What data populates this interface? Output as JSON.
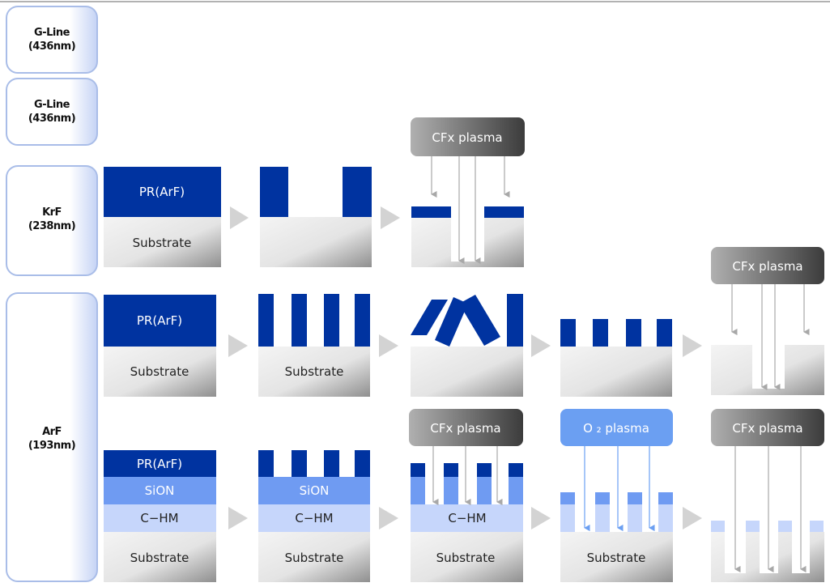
{
  "rows": [
    {
      "id": "g-line-1",
      "lines": [
        "G-Line",
        "(436nm)"
      ]
    },
    {
      "id": "g-line-2",
      "lines": [
        "G-Line",
        "(436nm)"
      ]
    },
    {
      "id": "krf",
      "lines": [
        "KrF",
        "(238nm)"
      ]
    },
    {
      "id": "arf",
      "lines": [
        "ArF",
        "(193nm)"
      ]
    }
  ],
  "labels": {
    "pr": "PR(ArF)",
    "substrate": "Substrate",
    "sion": "SiON",
    "chm": "C−HM",
    "cfx_plasma": "CFx plasma",
    "o2_plasma": "O ₂  plasma"
  },
  "colors": {
    "pr_blue": "#0033a0",
    "sion_blue": "#6f9bf2",
    "chm_blue": "#c6d6fb",
    "o2_box": "#6b9ff2",
    "arrow_gray": "#d3d3d3",
    "plasma_arrow": "#a8a8a8",
    "label_border": "#a9bde8"
  }
}
